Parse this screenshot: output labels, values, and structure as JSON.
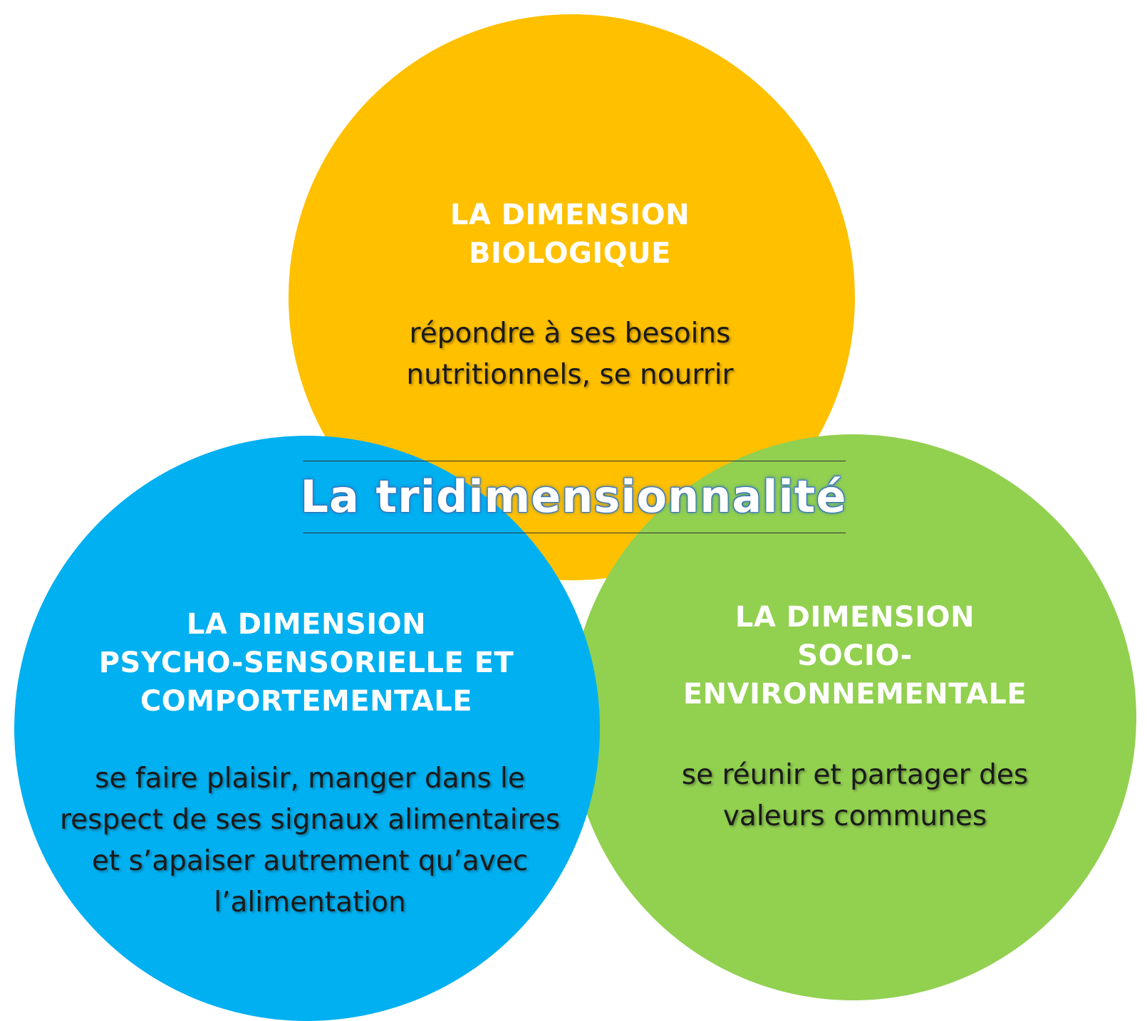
{
  "title": "La tridimensionnalité",
  "colors": {
    "biologique": "#FFC000",
    "psycho_sensorielle": "#00B0F0",
    "socio_environnementale": "#92D050",
    "heading_text": "#FFFFFF",
    "body_text": "#1A1A1A"
  },
  "dimensions": {
    "biologique": {
      "heading": [
        "LA DIMENSION",
        "BIOLOGIQUE"
      ],
      "description": [
        "répondre à ses besoins",
        "nutritionnels, se nourrir"
      ]
    },
    "psycho": {
      "heading": [
        "LA DIMENSION",
        "PSYCHO-SENSORIELLE ET",
        "COMPORTEMENTALE"
      ],
      "description": [
        "se faire plaisir, manger dans le",
        "respect de ses signaux alimentaires",
        "et s’apaiser autrement qu’avec",
        "l’alimentation"
      ]
    },
    "socio": {
      "heading": [
        "LA DIMENSION",
        "SOCIO-",
        "ENVIRONNEMENTALE"
      ],
      "description": [
        "se réunir et partager des",
        "valeurs communes"
      ]
    }
  }
}
